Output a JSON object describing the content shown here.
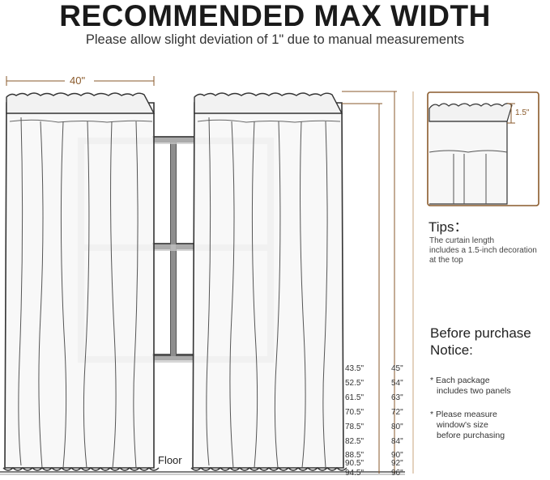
{
  "header": {
    "title": "RECOMMENDED MAX WIDTH",
    "subtitle": "Please allow slight deviation of 1\" due to manual measurements"
  },
  "diagram": {
    "width_label": "40\"",
    "floor_label": "Floor",
    "decoration_label": "1.5\"",
    "length_pairs": [
      {
        "left": "43.5\"",
        "right": "45\""
      },
      {
        "left": "52.5\"",
        "right": "54\""
      },
      {
        "left": "61.5\"",
        "right": "63\""
      },
      {
        "left": "70.5\"",
        "right": "72\""
      },
      {
        "left": "78.5\"",
        "right": "80\""
      },
      {
        "left": "82.5\"",
        "right": "84\""
      },
      {
        "left": "88.5\"",
        "right": "90\""
      },
      {
        "left": "90.5\"",
        "right": "92\""
      },
      {
        "left": "94.5\"",
        "right": "96\""
      }
    ]
  },
  "tips": {
    "title": "Tips：",
    "line1": "The curtain length",
    "line2": "includes a 1.5-inch decoration",
    "line3": "at the top"
  },
  "notice": {
    "title_line1": "Before purchase",
    "title_line2": "Notice:",
    "item1_line1": "* Each package",
    "item1_line2": "includes two panels",
    "item2_line1": "* Please measure",
    "item2_line2": "window's size",
    "item2_line3": "before purchasing"
  },
  "colors": {
    "accent": "#8a5a2b",
    "frame": "#555555",
    "outline": "#333333",
    "window_glow": "#bdbdbd"
  }
}
